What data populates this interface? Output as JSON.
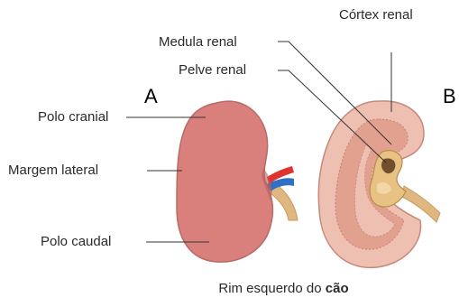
{
  "panels": {
    "a": "A",
    "b": "B"
  },
  "labels": {
    "polo_cranial": "Polo cranial",
    "margem_lateral": "Margem lateral",
    "polo_caudal": "Polo caudal",
    "medula_renal": "Medula renal",
    "pelve_renal": "Pelve renal",
    "cortex_renal": "Córtex renal"
  },
  "caption": {
    "text": "Rim esquerdo do",
    "emphasis": "cão"
  },
  "colors": {
    "kidney_outer": "#d9807c",
    "kidney_outline": "#b86a66",
    "cortex": "#eec0b2",
    "medulla": "#e2a08f",
    "pelvis": "#e8c282",
    "ureter": "#e1b781",
    "artery": "#e0332f",
    "vein": "#2f6fc4",
    "leader_line": "#333333"
  }
}
